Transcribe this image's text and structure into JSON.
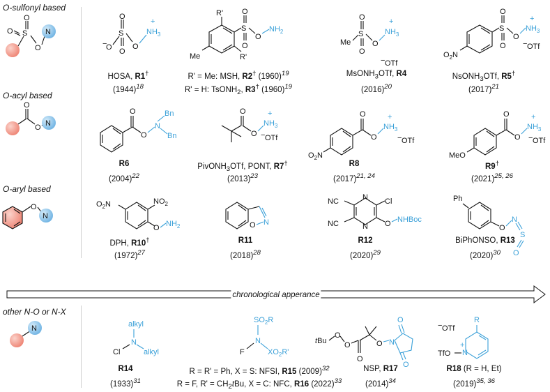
{
  "categories": {
    "sulfonyl": "O-sulfonyl based",
    "acyl": "O-acyl based",
    "aryl": "O-aryl based",
    "other": "other N-O or N-X"
  },
  "arrow_label": "chronological apperance",
  "colors": {
    "accent": "#3aa0d8",
    "salmon": "#f4a193",
    "nitrogen": "#8fc3e6"
  },
  "reagents": {
    "R1": {
      "name": "HOSA, ",
      "id": "R1",
      "dag": "†",
      "year": "(1944)",
      "ref": "18"
    },
    "R2": {
      "prefix": "R' = Me: MSH, ",
      "id": "R2",
      "dag": "†",
      "year": " (1960)",
      "ref": "19"
    },
    "R3": {
      "prefix": "R' = H: TsONH",
      "sub": "2",
      "mid": ", ",
      "id": "R3",
      "dag": "†",
      "year": " (1960)",
      "ref": "19"
    },
    "R4": {
      "name": "MsONH",
      "sub": "3",
      "name2": "OTf, ",
      "id": "R4",
      "year": "(2016)",
      "ref": "20"
    },
    "R5": {
      "name": "NsONH",
      "sub": "3",
      "name2": "OTf, ",
      "id": "R5",
      "dag": "†",
      "year": "(2017)",
      "ref": "21"
    },
    "R6": {
      "id": "R6",
      "year": "(2004)",
      "ref": "22"
    },
    "R7": {
      "name": "PivONH",
      "sub": "3",
      "name2": "OTf, PONT, ",
      "id": "R7",
      "dag": "†",
      "year": "(2013)",
      "ref": "23"
    },
    "R8": {
      "id": "R8",
      "year": "(2017)",
      "ref": "21, 24"
    },
    "R9": {
      "id": "R9",
      "dag": "†",
      "year": "(2021)",
      "ref": "25, 26"
    },
    "R10": {
      "name": "DPH, ",
      "id": "R10",
      "dag": "†",
      "year": "(1972)",
      "ref": "27"
    },
    "R11": {
      "id": "R11",
      "year": "(2018)",
      "ref": "28"
    },
    "R12": {
      "id": "R12",
      "year": "(2020)",
      "ref": "29"
    },
    "R13": {
      "name": "BiPhONSO, ",
      "id": "R13",
      "year": "(2020)",
      "ref": "30"
    },
    "R14": {
      "id": "R14",
      "year": "(1933)",
      "ref": "31"
    },
    "R15": {
      "prefix": "R = R' = Ph, X = S: NFSI, ",
      "id": "R15",
      "year": " (2009)",
      "ref": "32"
    },
    "R16": {
      "prefix": "R = F, R' = CH",
      "sub": "2",
      "tbu": "t",
      "prefix2": "Bu, X = C: NFC, ",
      "id": "R16",
      "year": " (2022)",
      "ref": "33"
    },
    "R17": {
      "name": "NSP, ",
      "id": "R17",
      "year": "(2014)",
      "ref": "34"
    },
    "R18": {
      "id": "R18",
      "cond": " (R = H, Et)",
      "year": "(2019)",
      "ref": "35, 36"
    }
  },
  "atoms": {
    "S": "S",
    "O": "O",
    "N": "N",
    "NH2": "NH2",
    "NH3": "NH3",
    "OTf": "OTf",
    "Me": "Me",
    "Rp": "R'",
    "Bn": "Bn",
    "O2N": "O2N",
    "NO2": "NO2",
    "MeO": "MeO",
    "Ph": "Ph",
    "CN": "NC",
    "Cl": "Cl",
    "NHBoc": "NHBoc",
    "alkyl": "alkyl",
    "F": "F",
    "SO2R": "SO2R",
    "XO2R": "XO2R'",
    "tBu": "tBu",
    "TfO": "TfO",
    "R": "R",
    "plus": "+",
    "minus": "−"
  }
}
